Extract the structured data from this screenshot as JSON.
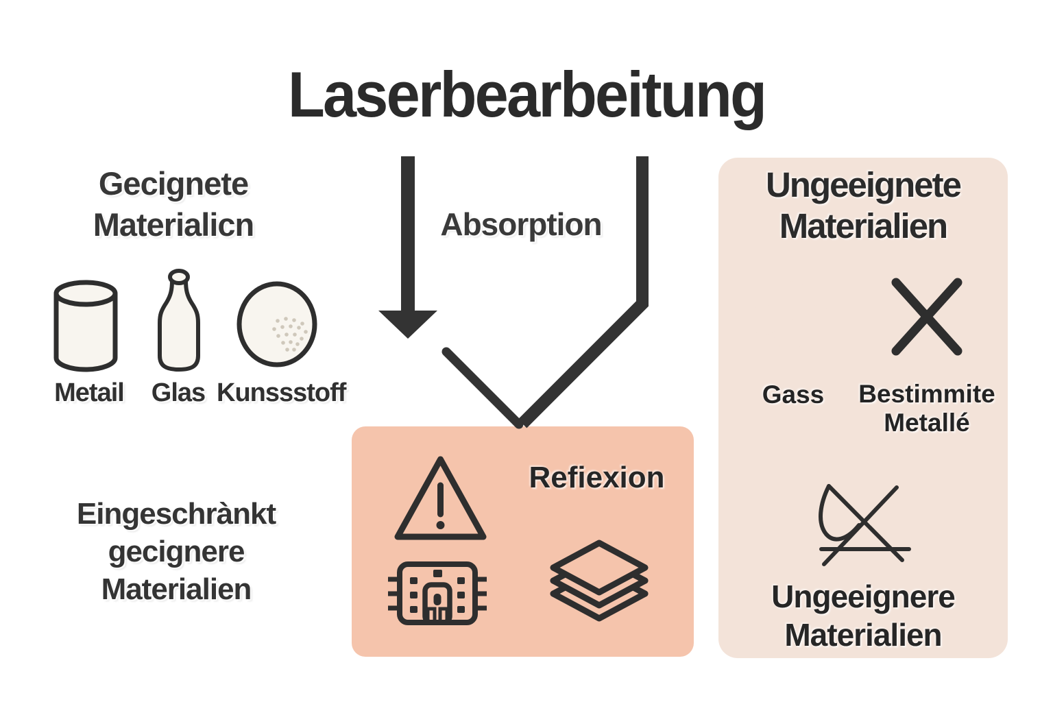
{
  "title": "Laserbearbeitung",
  "colors": {
    "ink": "#2e2e2e",
    "arrow": "#333333",
    "reflection_box": "#f5c4ac",
    "unsuitable_box": "#f3e3d9",
    "icon_paper": "#f8f5ef"
  },
  "suitable": {
    "heading_line1": "Gecignete",
    "heading_line2": "Materialicn",
    "materials": [
      {
        "icon": "metal-cylinder",
        "label": "Metail"
      },
      {
        "icon": "glass-bottle",
        "label": "Glas"
      },
      {
        "icon": "plastic-ball",
        "label": "Kunssstoff"
      }
    ]
  },
  "flow": {
    "absorption_label": "Absorption",
    "reflection_label": "Refiexion"
  },
  "restricted": {
    "heading_line1": "Eingeschrànkt",
    "heading_line2": "gecignere",
    "heading_line3": "Materialien"
  },
  "unsuitable": {
    "heading_line1": "Ungeeignete",
    "heading_line2": "Materialien",
    "gas_label": "Gass",
    "metals_label_line1": "Bestimmite",
    "metals_label_line2": "Metallé",
    "footer_line1": "Ungeeignere",
    "footer_line2": "Materialien"
  }
}
